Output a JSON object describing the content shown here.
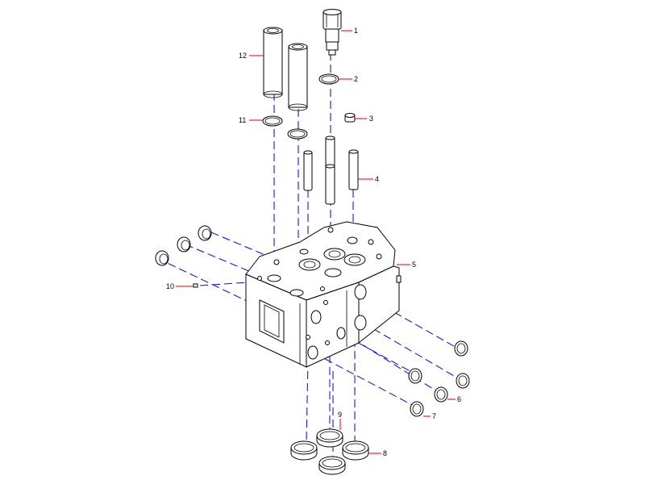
{
  "diagram": {
    "callouts": [
      {
        "id": "callout-1",
        "label": "1"
      },
      {
        "id": "callout-2",
        "label": "2"
      },
      {
        "id": "callout-3",
        "label": "3"
      },
      {
        "id": "callout-4",
        "label": "4"
      },
      {
        "id": "callout-5",
        "label": "5"
      },
      {
        "id": "callout-6",
        "label": "6"
      },
      {
        "id": "callout-7",
        "label": "7"
      },
      {
        "id": "callout-8",
        "label": "8"
      },
      {
        "id": "callout-9",
        "label": "9"
      },
      {
        "id": "callout-10",
        "label": "10"
      },
      {
        "id": "callout-11",
        "label": "11"
      },
      {
        "id": "callout-12",
        "label": "12"
      }
    ],
    "colors": {
      "outline": "#000000",
      "axis_lines": "#1a1ad8",
      "leader_lines": "#e00000",
      "background": "#ffffff"
    }
  }
}
